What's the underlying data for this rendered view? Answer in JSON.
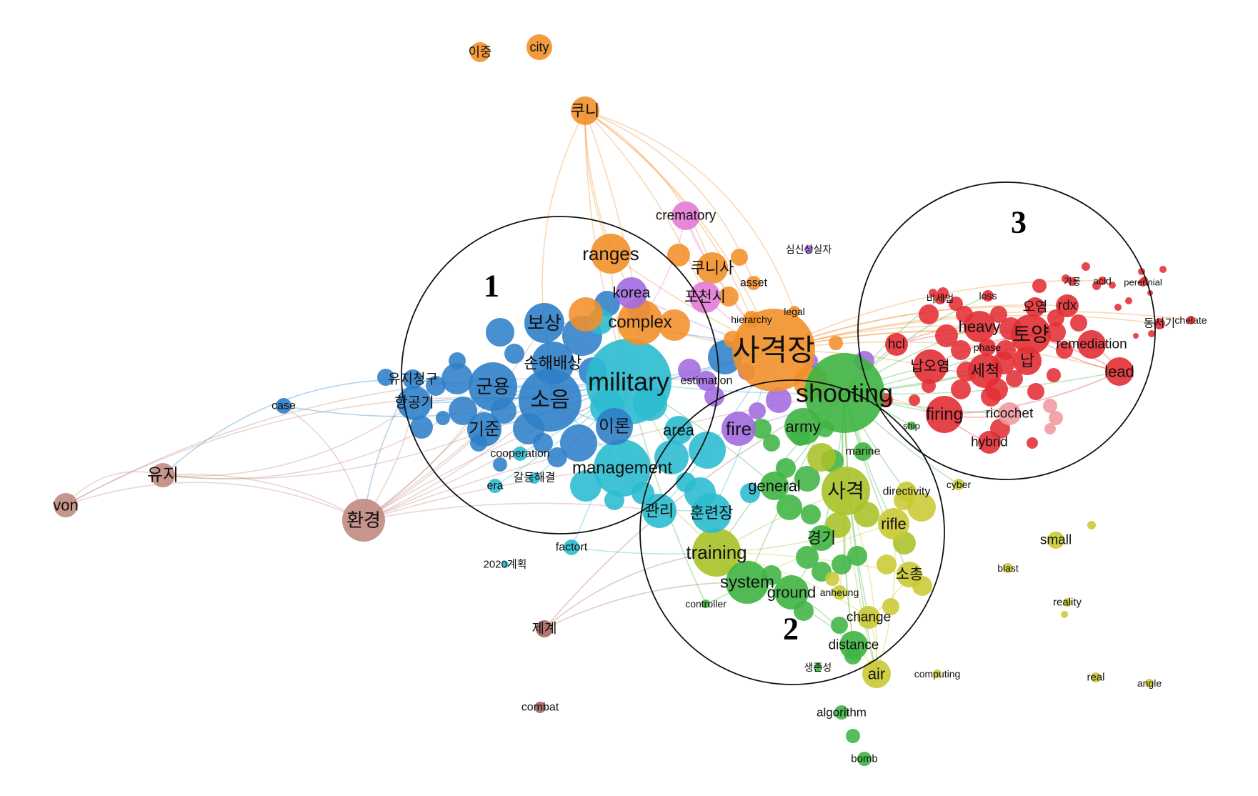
{
  "map": {
    "clusters": [
      {
        "id": "blue",
        "color": "#2f7fc8"
      },
      {
        "id": "cyan",
        "color": "#2bbbd0"
      },
      {
        "id": "orange",
        "color": "#f2902a"
      },
      {
        "id": "pink",
        "color": "#e27bd6"
      },
      {
        "id": "purple",
        "color": "#a26ae0"
      },
      {
        "id": "red",
        "color": "#e32f35"
      },
      {
        "id": "lightred",
        "color": "#ef9aa0"
      },
      {
        "id": "green",
        "color": "#3fb443"
      },
      {
        "id": "lime",
        "color": "#a8c228"
      },
      {
        "id": "yellow",
        "color": "#c9c934"
      },
      {
        "id": "brown",
        "color": "#c08a82"
      },
      {
        "id": "darkbrown",
        "color": "#a9675e"
      }
    ],
    "region_labels": [
      "1",
      "2",
      "3"
    ],
    "terms": [
      {
        "id": "ijung",
        "label": "이중",
        "cluster": "orange"
      },
      {
        "id": "city",
        "label": "city",
        "cluster": "orange"
      },
      {
        "id": "kuni",
        "label": "쿠니",
        "cluster": "orange"
      },
      {
        "id": "crematory",
        "label": "crematory",
        "cluster": "pink"
      },
      {
        "id": "ranges",
        "label": "ranges",
        "cluster": "orange"
      },
      {
        "id": "kunisa",
        "label": "쿠니사",
        "cluster": "orange"
      },
      {
        "id": "asset",
        "label": "asset",
        "cluster": "orange"
      },
      {
        "id": "pocheonsi",
        "label": "포천시",
        "cluster": "pink"
      },
      {
        "id": "korea",
        "label": "korea",
        "cluster": "purple"
      },
      {
        "id": "hierarchy",
        "label": "hierarchy",
        "cluster": "orange"
      },
      {
        "id": "legal",
        "label": "legal",
        "cluster": "orange"
      },
      {
        "id": "complex",
        "label": "complex",
        "cluster": "orange"
      },
      {
        "id": "sagyeokjang",
        "label": "사격장",
        "cluster": "orange"
      },
      {
        "id": "simsin",
        "label": "심신상실자",
        "cluster": "purple"
      },
      {
        "id": "bosang",
        "label": "보상",
        "cluster": "blue"
      },
      {
        "id": "sonhae",
        "label": "손해배상",
        "cluster": "blue"
      },
      {
        "id": "yuji_cheonggu",
        "label": "유지청구",
        "cluster": "blue"
      },
      {
        "id": "gunyong",
        "label": "군용",
        "cluster": "blue"
      },
      {
        "id": "hanggonggi",
        "label": "항공기",
        "cluster": "blue"
      },
      {
        "id": "soeum",
        "label": "소음",
        "cluster": "blue"
      },
      {
        "id": "military",
        "label": "military",
        "cluster": "cyan"
      },
      {
        "id": "estimation",
        "label": "estimation",
        "cluster": "purple"
      },
      {
        "id": "case",
        "label": "case",
        "cluster": "blue"
      },
      {
        "id": "gijun",
        "label": "기준",
        "cluster": "blue"
      },
      {
        "id": "iron",
        "label": "이론",
        "cluster": "blue"
      },
      {
        "id": "area",
        "label": "area",
        "cluster": "cyan"
      },
      {
        "id": "fire",
        "label": "fire",
        "cluster": "purple"
      },
      {
        "id": "army",
        "label": "army",
        "cluster": "green"
      },
      {
        "id": "shooting",
        "label": "shooting",
        "cluster": "green"
      },
      {
        "id": "cooperation",
        "label": "cooperation",
        "cluster": "cyan"
      },
      {
        "id": "galdeung",
        "label": "갈등해결",
        "cluster": "cyan"
      },
      {
        "id": "era",
        "label": "era",
        "cluster": "cyan"
      },
      {
        "id": "management",
        "label": "management",
        "cluster": "cyan"
      },
      {
        "id": "yuji",
        "label": "유지",
        "cluster": "brown"
      },
      {
        "id": "von",
        "label": "von",
        "cluster": "brown"
      },
      {
        "id": "hwangyeong",
        "label": "환경",
        "cluster": "brown"
      },
      {
        "id": "gwanri",
        "label": "관리",
        "cluster": "cyan"
      },
      {
        "id": "hunryeonjang",
        "label": "훈련장",
        "cluster": "cyan"
      },
      {
        "id": "general",
        "label": "general",
        "cluster": "green"
      },
      {
        "id": "sagyeok",
        "label": "사격",
        "cluster": "lime"
      },
      {
        "id": "marine",
        "label": "marine",
        "cluster": "green"
      },
      {
        "id": "directivity",
        "label": "directivity",
        "cluster": "yellow"
      },
      {
        "id": "cyber",
        "label": "cyber",
        "cluster": "yellow"
      },
      {
        "id": "rifle",
        "label": "rifle",
        "cluster": "yellow"
      },
      {
        "id": "factort",
        "label": "factort",
        "cluster": "cyan"
      },
      {
        "id": "plan2020",
        "label": "2020계획",
        "cluster": "cyan"
      },
      {
        "id": "training",
        "label": "training",
        "cluster": "lime"
      },
      {
        "id": "gyeonggi",
        "label": "경기",
        "cluster": "green"
      },
      {
        "id": "system",
        "label": "system",
        "cluster": "green"
      },
      {
        "id": "ground",
        "label": "ground",
        "cluster": "green"
      },
      {
        "id": "anheung",
        "label": "anheung",
        "cluster": "yellow"
      },
      {
        "id": "sochong",
        "label": "소총",
        "cluster": "yellow"
      },
      {
        "id": "controller",
        "label": "controller",
        "cluster": "green"
      },
      {
        "id": "jegye",
        "label": "제계",
        "cluster": "darkbrown"
      },
      {
        "id": "change",
        "label": "change",
        "cluster": "yellow"
      },
      {
        "id": "distance",
        "label": "distance",
        "cluster": "green"
      },
      {
        "id": "saengjonseong",
        "label": "생존성",
        "cluster": "green"
      },
      {
        "id": "air",
        "label": "air",
        "cluster": "yellow"
      },
      {
        "id": "computing",
        "label": "computing",
        "cluster": "yellow"
      },
      {
        "id": "combat",
        "label": "combat",
        "cluster": "darkbrown"
      },
      {
        "id": "algorithm",
        "label": "algorithm",
        "cluster": "green"
      },
      {
        "id": "bomb",
        "label": "bomb",
        "cluster": "green"
      },
      {
        "id": "small",
        "label": "small",
        "cluster": "yellow"
      },
      {
        "id": "blast",
        "label": "blast",
        "cluster": "yellow"
      },
      {
        "id": "reality",
        "label": "reality",
        "cluster": "yellow"
      },
      {
        "id": "real",
        "label": "real",
        "cluster": "yellow"
      },
      {
        "id": "angle",
        "label": "angle",
        "cluster": "yellow"
      },
      {
        "id": "bisaebeop",
        "label": "비세법",
        "cluster": "red"
      },
      {
        "id": "loss",
        "label": "loss",
        "cluster": "red"
      },
      {
        "id": "gareung",
        "label": "가릉",
        "cluster": "red"
      },
      {
        "id": "acid",
        "label": "acid",
        "cluster": "red"
      },
      {
        "id": "perennial",
        "label": "perennial",
        "cluster": "red"
      },
      {
        "id": "oyeom",
        "label": "오염",
        "cluster": "red"
      },
      {
        "id": "rdx",
        "label": "rdx",
        "cluster": "red"
      },
      {
        "id": "heavy",
        "label": "heavy",
        "cluster": "red"
      },
      {
        "id": "toyang",
        "label": "토양",
        "cluster": "red"
      },
      {
        "id": "dongseogi",
        "label": "동서기",
        "cluster": "red"
      },
      {
        "id": "chelate",
        "label": "chelate",
        "cluster": "red"
      },
      {
        "id": "phase",
        "label": "phase",
        "cluster": "red"
      },
      {
        "id": "hcl",
        "label": "hcl",
        "cluster": "red"
      },
      {
        "id": "remediation",
        "label": "remediation",
        "cluster": "red"
      },
      {
        "id": "nap",
        "label": "납",
        "cluster": "red"
      },
      {
        "id": "namoyeom",
        "label": "납오염",
        "cluster": "red"
      },
      {
        "id": "secheok",
        "label": "세척",
        "cluster": "red"
      },
      {
        "id": "lead",
        "label": "lead",
        "cluster": "red"
      },
      {
        "id": "firing",
        "label": "firing",
        "cluster": "red"
      },
      {
        "id": "ricochet",
        "label": "ricochet",
        "cluster": "lightred"
      },
      {
        "id": "ship",
        "label": "ship",
        "cluster": "green"
      },
      {
        "id": "hybrid",
        "label": "hybrid",
        "cluster": "red"
      }
    ]
  }
}
